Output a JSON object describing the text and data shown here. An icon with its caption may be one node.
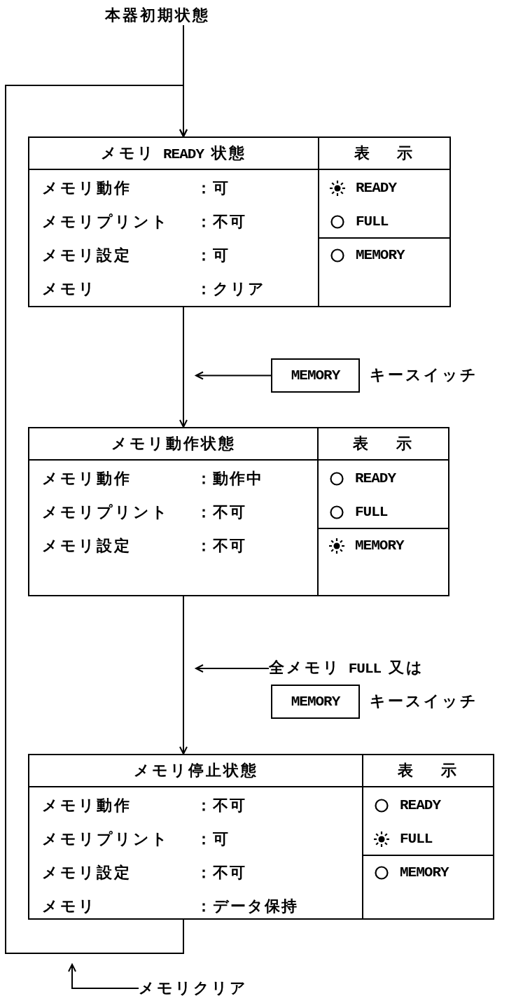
{
  "diagram": {
    "nodes": [
      {
        "text": [
          "本器初期状態"
        ]
      },
      {
        "text": [
          "メモリ READY 状態",
          "メモリ動作",
          "：可",
          "メモリプリント",
          "：不可",
          "メモリ設定",
          "：可",
          "メモリ",
          "：クリア"
        ]
      },
      {
        "text": [
          "表 示",
          "READY",
          "FULL",
          "MEMORY"
        ],
        "in": 1
      },
      {
        "text": [
          "MEMORY"
        ],
        "beside": [
          "キースイッチ"
        ]
      },
      {
        "text": [
          "メモリ動作状態",
          "メモリ動作",
          "：動作中",
          "メモリプリント",
          "：不可",
          "メモリ設定",
          "：不可"
        ]
      },
      {
        "text": [
          "表 示",
          "READY",
          "FULL",
          "MEMORY"
        ],
        "in": 4
      },
      {
        "text": [
          "全メモリ FULL 又は"
        ]
      },
      {
        "text": [
          "MEMORY"
        ],
        "beside": [
          "キースイッチ"
        ]
      },
      {
        "text": [
          "メモリ停止状態",
          "メモリ動作",
          "：不可",
          "メモリプリント",
          "：可",
          "メモリ設定",
          "：不可",
          "メモリ",
          "：データ保持"
        ]
      },
      {
        "text": [
          "表 示",
          "READY",
          "FULL",
          "MEMORY"
        ],
        "in": 8
      },
      {
        "text": [
          "メモリクリア"
        ]
      }
    ],
    "edges": [
      {
        "from": 0,
        "to": 1,
        "arrow": "to"
      },
      {
        "from": 1,
        "to": 4,
        "arrow": "to"
      },
      {
        "from": 3,
        "to": null,
        "arrow": "to"
      },
      {
        "from": 4,
        "to": 8,
        "arrow": "to"
      },
      {
        "from": 6,
        "to": null,
        "arrow": "to"
      },
      {
        "from": 8,
        "to": 1,
        "arrow": "to"
      },
      {
        "from": 10,
        "to": null,
        "arrow": "to"
      }
    ]
  }
}
